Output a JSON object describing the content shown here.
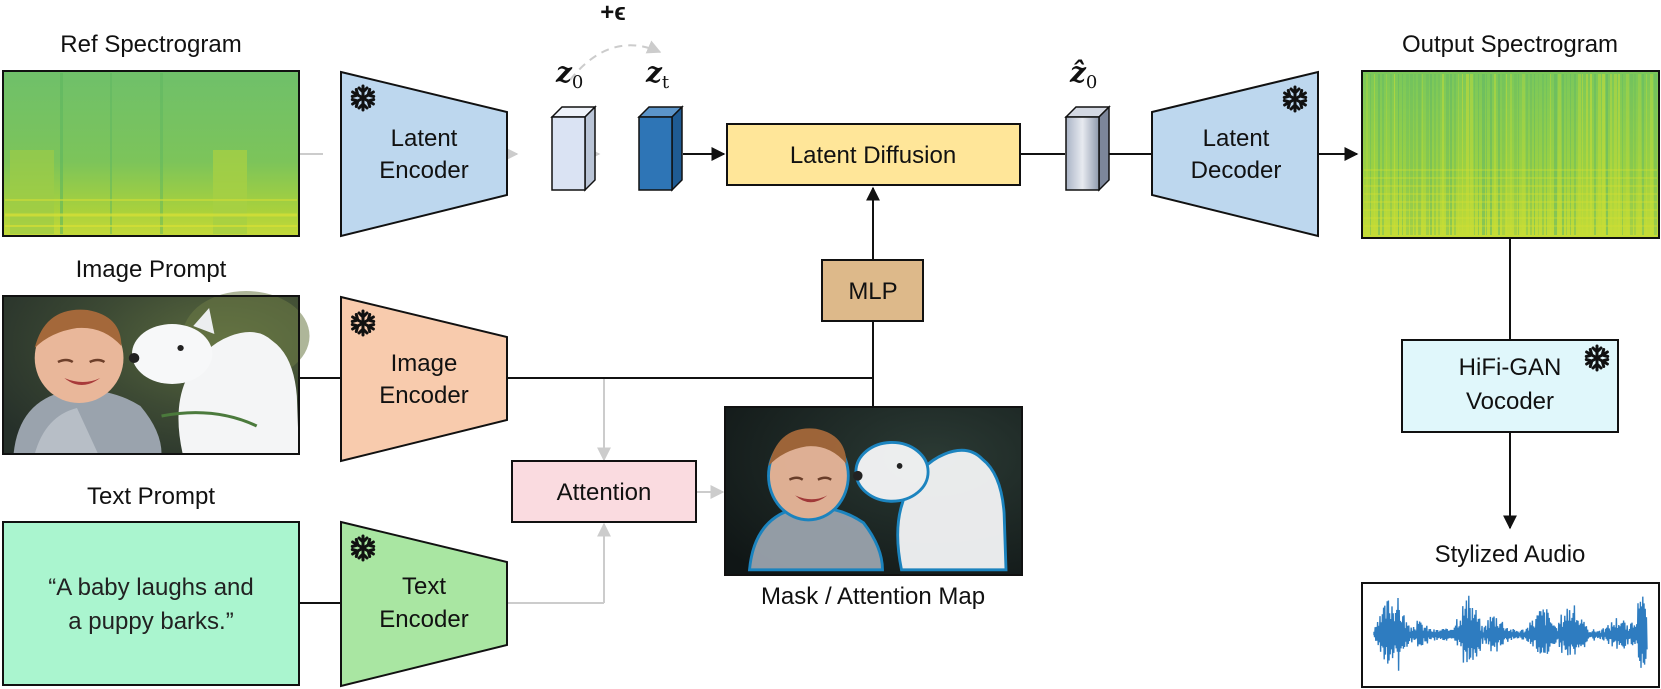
{
  "inputs": {
    "ref_spectrogram": "Ref Spectrogram",
    "image_prompt": "Image Prompt",
    "text_prompt": "Text Prompt",
    "text_prompt_line1": "“A baby laughs and",
    "text_prompt_line2": "a puppy barks.”"
  },
  "blocks": {
    "latent_encoder": [
      "Latent",
      "Encoder"
    ],
    "image_encoder": [
      "Image",
      "Encoder"
    ],
    "text_encoder": [
      "Text",
      "Encoder"
    ],
    "latent_diffusion": "Latent Diffusion",
    "mlp": "MLP",
    "attention": "Attention",
    "latent_decoder": [
      "Latent",
      "Decoder"
    ],
    "vocoder": [
      "HiFi-GAN",
      "Vocoder"
    ]
  },
  "latents": {
    "z0": "z",
    "z0_sub": "0",
    "zt": "z",
    "zt_sub": "t",
    "zhat": "ẑ",
    "zhat_sub": "0",
    "noise": "+ϵ"
  },
  "outputs": {
    "mask_map": "Mask / Attention Map",
    "output_spectrogram": "Output Spectrogram",
    "stylized_audio": "Stylized Audio"
  },
  "colors": {
    "latent_encoder": "#bdd7ee",
    "image_encoder": "#f8cbad",
    "text_encoder": "#a9e6a2",
    "latent_diffusion": "#ffe699",
    "mlp": "#ddb98a",
    "attention": "#fadbe0",
    "vocoder": "#e0f7fb",
    "text_prompt_box": "#aaf5cf",
    "zt_fill": "#2e75b6",
    "z0_fill": "#dae3f3",
    "waveform": "#2e7cc0"
  },
  "icons": {
    "frozen": "snowflake-icon"
  }
}
